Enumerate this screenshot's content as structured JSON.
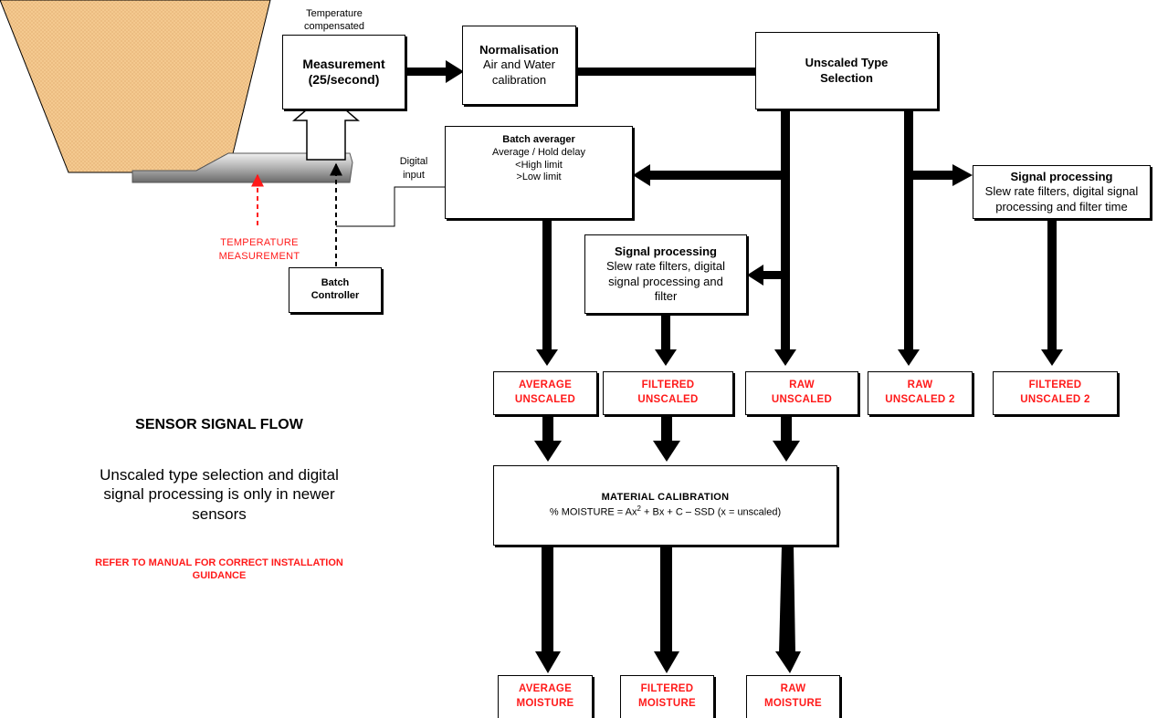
{
  "labels": {
    "temperature_compensated": "Temperature compensated",
    "digital_input": "Digital input",
    "temperature_measurement": "TEMPERATURE MEASUREMENT"
  },
  "boxes": {
    "measurement": {
      "line1": "Measurement",
      "line2": "(25/second)"
    },
    "normalisation": {
      "title": "Normalisation",
      "sub": "Air and Water calibration"
    },
    "unscaled_type": {
      "title": "Unscaled Type Selection"
    },
    "batch_averager": {
      "title": "Batch averager",
      "l1": "Average / Hold delay",
      "l2": "<High limit",
      "l3": ">Low limit"
    },
    "batch_controller": {
      "title": "Batch Controller"
    },
    "signal_processing_mid": {
      "title": "Signal processing",
      "sub": "Slew rate filters, digital signal processing and filter"
    },
    "signal_processing_right": {
      "title": "Signal processing",
      "sub": "Slew rate filters, digital signal processing and filter time"
    },
    "material_calibration": {
      "title": "MATERIAL CALIBRATION",
      "formula_a": "% MOISTURE = Ax",
      "formula_sup": "2",
      "formula_b": " + Bx + C – SSD (x = unscaled)"
    }
  },
  "outputs": {
    "average_unscaled": [
      "AVERAGE",
      "UNSCALED"
    ],
    "filtered_unscaled": [
      "FILTERED",
      "UNSCALED"
    ],
    "raw_unscaled": [
      "RAW",
      "UNSCALED"
    ],
    "raw_unscaled_2": [
      "RAW",
      "UNSCALED 2"
    ],
    "filtered_unscaled_2": [
      "FILTERED",
      "UNSCALED 2"
    ],
    "average_moisture": [
      "AVERAGE",
      "MOISTURE"
    ],
    "filtered_moisture": [
      "FILTERED",
      "MOISTURE"
    ],
    "raw_moisture": [
      "RAW",
      "MOISTURE"
    ]
  },
  "notes": {
    "title": "SENSOR SIGNAL FLOW",
    "body": "Unscaled type selection and digital signal processing is only in newer sensors",
    "warning": "REFER TO MANUAL FOR CORRECT INSTALLATION GUIDANCE"
  },
  "colors": {
    "hopper_fill": "#f4c98f",
    "accent_red": "#ff1a1a"
  }
}
